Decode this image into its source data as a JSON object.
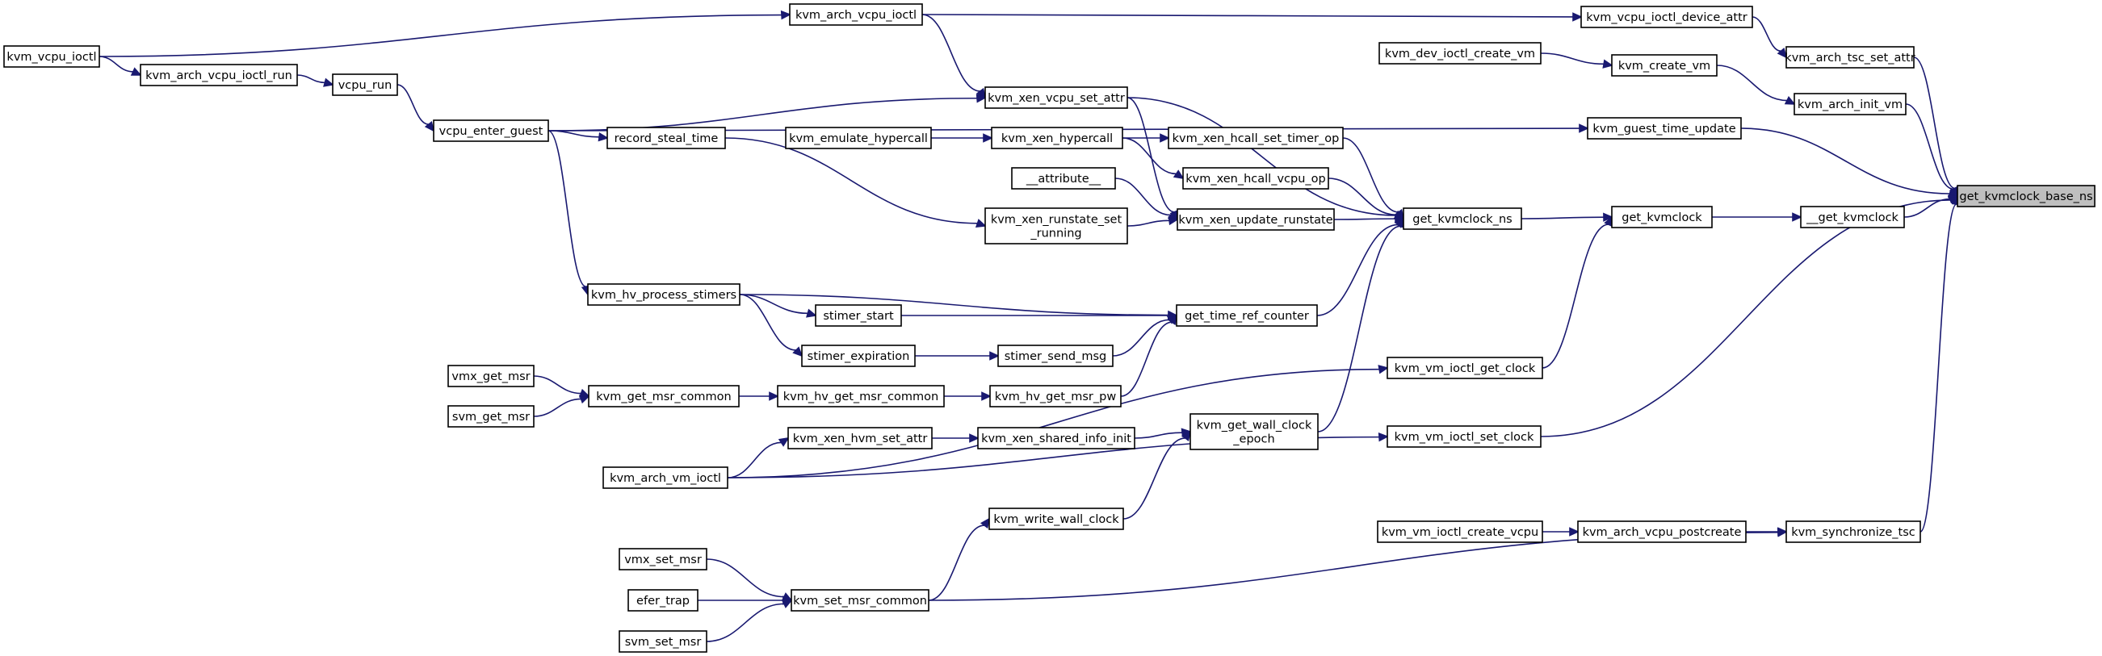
{
  "graph": {
    "root": "get_kvmclock_base_ns",
    "nodes": [
      {
        "id": "get_kvmclock_base_ns",
        "lines": [
          "get_kvmclock_base_ns"
        ]
      },
      {
        "id": "kvm_arch_tsc_set_attr",
        "lines": [
          "kvm_arch_tsc_set_attr"
        ]
      },
      {
        "id": "kvm_arch_init_vm",
        "lines": [
          "kvm_arch_init_vm"
        ]
      },
      {
        "id": "kvm_guest_time_update",
        "lines": [
          "kvm_guest_time_update"
        ]
      },
      {
        "id": "__get_kvmclock",
        "lines": [
          "__get_kvmclock"
        ]
      },
      {
        "id": "kvm_vm_ioctl_set_clock",
        "lines": [
          "kvm_vm_ioctl_set_clock"
        ]
      },
      {
        "id": "kvm_synchronize_tsc",
        "lines": [
          "kvm_synchronize_tsc"
        ]
      },
      {
        "id": "kvm_vcpu_ioctl_device_attr",
        "lines": [
          "kvm_vcpu_ioctl_device_attr"
        ]
      },
      {
        "id": "kvm_create_vm",
        "lines": [
          "kvm_create_vm"
        ]
      },
      {
        "id": "get_kvmclock",
        "lines": [
          "get_kvmclock"
        ]
      },
      {
        "id": "kvm_vm_ioctl_get_clock",
        "lines": [
          "kvm_vm_ioctl_get_clock"
        ]
      },
      {
        "id": "kvm_arch_vcpu_postcreate",
        "lines": [
          "kvm_arch_vcpu_postcreate"
        ]
      },
      {
        "id": "kvm_vm_ioctl_create_vcpu",
        "lines": [
          "kvm_vm_ioctl_create_vcpu"
        ]
      },
      {
        "id": "kvm_dev_ioctl_create_vm",
        "lines": [
          "kvm_dev_ioctl_create_vm"
        ]
      },
      {
        "id": "get_kvmclock_ns",
        "lines": [
          "get_kvmclock_ns"
        ]
      },
      {
        "id": "kvm_arch_vcpu_ioctl",
        "lines": [
          "kvm_arch_vcpu_ioctl"
        ]
      },
      {
        "id": "kvm_vcpu_ioctl",
        "lines": [
          "kvm_vcpu_ioctl"
        ]
      },
      {
        "id": "kvm_arch_vcpu_ioctl_run",
        "lines": [
          "kvm_arch_vcpu_ioctl_run"
        ]
      },
      {
        "id": "vcpu_run",
        "lines": [
          "vcpu_run"
        ]
      },
      {
        "id": "vcpu_enter_guest",
        "lines": [
          "vcpu_enter_guest"
        ]
      },
      {
        "id": "kvm_xen_vcpu_set_attr",
        "lines": [
          "kvm_xen_vcpu_set_attr"
        ]
      },
      {
        "id": "kvm_xen_hcall_set_timer_op",
        "lines": [
          "kvm_xen_hcall_set_timer_op"
        ]
      },
      {
        "id": "kvm_xen_hypercall",
        "lines": [
          "kvm_xen_hypercall"
        ]
      },
      {
        "id": "kvm_emulate_hypercall",
        "lines": [
          "kvm_emulate_hypercall"
        ]
      },
      {
        "id": "kvm_xen_hcall_vcpu_op",
        "lines": [
          "kvm_xen_hcall_vcpu_op"
        ]
      },
      {
        "id": "kvm_xen_update_runstate",
        "lines": [
          "kvm_xen_update_runstate"
        ]
      },
      {
        "id": "__attribute__",
        "lines": [
          "__attribute__"
        ]
      },
      {
        "id": "kvm_xen_runstate_set_running",
        "lines": [
          "kvm_xen_runstate_set",
          "_running"
        ]
      },
      {
        "id": "record_steal_time",
        "lines": [
          "record_steal_time"
        ]
      },
      {
        "id": "get_time_ref_counter",
        "lines": [
          "get_time_ref_counter"
        ]
      },
      {
        "id": "kvm_hv_process_stimers",
        "lines": [
          "kvm_hv_process_stimers"
        ]
      },
      {
        "id": "stimer_start",
        "lines": [
          "stimer_start"
        ]
      },
      {
        "id": "stimer_send_msg",
        "lines": [
          "stimer_send_msg"
        ]
      },
      {
        "id": "stimer_expiration",
        "lines": [
          "stimer_expiration"
        ]
      },
      {
        "id": "kvm_hv_get_msr_pw",
        "lines": [
          "kvm_hv_get_msr_pw"
        ]
      },
      {
        "id": "kvm_hv_get_msr_common",
        "lines": [
          "kvm_hv_get_msr_common"
        ]
      },
      {
        "id": "kvm_get_msr_common",
        "lines": [
          "kvm_get_msr_common"
        ]
      },
      {
        "id": "vmx_get_msr",
        "lines": [
          "vmx_get_msr"
        ]
      },
      {
        "id": "svm_get_msr",
        "lines": [
          "svm_get_msr"
        ]
      },
      {
        "id": "kvm_get_wall_clock_epoch",
        "lines": [
          "kvm_get_wall_clock",
          "_epoch"
        ]
      },
      {
        "id": "kvm_xen_shared_info_init",
        "lines": [
          "kvm_xen_shared_info_init"
        ]
      },
      {
        "id": "kvm_xen_hvm_set_attr",
        "lines": [
          "kvm_xen_hvm_set_attr"
        ]
      },
      {
        "id": "kvm_arch_vm_ioctl",
        "lines": [
          "kvm_arch_vm_ioctl"
        ]
      },
      {
        "id": "kvm_write_wall_clock",
        "lines": [
          "kvm_write_wall_clock"
        ]
      },
      {
        "id": "kvm_set_msr_common",
        "lines": [
          "kvm_set_msr_common"
        ]
      },
      {
        "id": "vmx_set_msr",
        "lines": [
          "vmx_set_msr"
        ]
      },
      {
        "id": "efer_trap",
        "lines": [
          "efer_trap"
        ]
      },
      {
        "id": "svm_set_msr",
        "lines": [
          "svm_set_msr"
        ]
      }
    ],
    "edges": [
      {
        "from": "kvm_arch_tsc_set_attr",
        "to": "get_kvmclock_base_ns"
      },
      {
        "from": "kvm_arch_init_vm",
        "to": "get_kvmclock_base_ns"
      },
      {
        "from": "kvm_guest_time_update",
        "to": "get_kvmclock_base_ns"
      },
      {
        "from": "__get_kvmclock",
        "to": "get_kvmclock_base_ns"
      },
      {
        "from": "kvm_vm_ioctl_set_clock",
        "to": "get_kvmclock_base_ns"
      },
      {
        "from": "kvm_synchronize_tsc",
        "to": "get_kvmclock_base_ns"
      },
      {
        "from": "kvm_vcpu_ioctl_device_attr",
        "to": "kvm_arch_tsc_set_attr"
      },
      {
        "from": "kvm_create_vm",
        "to": "kvm_arch_init_vm"
      },
      {
        "from": "get_kvmclock",
        "to": "__get_kvmclock"
      },
      {
        "from": "kvm_arch_vcpu_postcreate",
        "to": "kvm_synchronize_tsc"
      },
      {
        "from": "kvm_set_msr_common",
        "to": "kvm_synchronize_tsc"
      },
      {
        "from": "kvm_arch_vcpu_ioctl",
        "to": "kvm_vcpu_ioctl_device_attr"
      },
      {
        "from": "kvm_dev_ioctl_create_vm",
        "to": "kvm_create_vm"
      },
      {
        "from": "vcpu_enter_guest",
        "to": "kvm_guest_time_update"
      },
      {
        "from": "get_kvmclock_ns",
        "to": "get_kvmclock"
      },
      {
        "from": "kvm_vm_ioctl_get_clock",
        "to": "get_kvmclock"
      },
      {
        "from": "kvm_arch_vm_ioctl",
        "to": "kvm_vm_ioctl_get_clock"
      },
      {
        "from": "kvm_arch_vm_ioctl",
        "to": "kvm_vm_ioctl_set_clock"
      },
      {
        "from": "kvm_vm_ioctl_create_vcpu",
        "to": "kvm_arch_vcpu_postcreate"
      },
      {
        "from": "kvm_xen_vcpu_set_attr",
        "to": "get_kvmclock_ns"
      },
      {
        "from": "kvm_xen_hcall_set_timer_op",
        "to": "get_kvmclock_ns"
      },
      {
        "from": "kvm_xen_hcall_vcpu_op",
        "to": "get_kvmclock_ns"
      },
      {
        "from": "kvm_xen_update_runstate",
        "to": "get_kvmclock_ns"
      },
      {
        "from": "get_time_ref_counter",
        "to": "get_kvmclock_ns"
      },
      {
        "from": "kvm_get_wall_clock_epoch",
        "to": "get_kvmclock_ns"
      },
      {
        "from": "kvm_vcpu_ioctl",
        "to": "kvm_arch_vcpu_ioctl"
      },
      {
        "from": "kvm_arch_vcpu_ioctl",
        "to": "kvm_xen_vcpu_set_attr"
      },
      {
        "from": "kvm_vcpu_ioctl",
        "to": "kvm_arch_vcpu_ioctl_run"
      },
      {
        "from": "kvm_arch_vcpu_ioctl_run",
        "to": "vcpu_run"
      },
      {
        "from": "vcpu_run",
        "to": "vcpu_enter_guest"
      },
      {
        "from": "vcpu_enter_guest",
        "to": "kvm_xen_vcpu_set_attr"
      },
      {
        "from": "vcpu_enter_guest",
        "to": "record_steal_time"
      },
      {
        "from": "vcpu_enter_guest",
        "to": "kvm_hv_process_stimers"
      },
      {
        "from": "kvm_xen_hypercall",
        "to": "kvm_xen_hcall_set_timer_op"
      },
      {
        "from": "kvm_xen_hypercall",
        "to": "kvm_xen_hcall_vcpu_op"
      },
      {
        "from": "kvm_emulate_hypercall",
        "to": "kvm_xen_hypercall"
      },
      {
        "from": "kvm_xen_vcpu_set_attr",
        "to": "kvm_xen_update_runstate"
      },
      {
        "from": "__attribute__",
        "to": "kvm_xen_update_runstate"
      },
      {
        "from": "kvm_xen_runstate_set_running",
        "to": "kvm_xen_update_runstate"
      },
      {
        "from": "record_steal_time",
        "to": "kvm_xen_runstate_set_running"
      },
      {
        "from": "kvm_hv_process_stimers",
        "to": "get_time_ref_counter"
      },
      {
        "from": "stimer_start",
        "to": "get_time_ref_counter"
      },
      {
        "from": "stimer_send_msg",
        "to": "get_time_ref_counter"
      },
      {
        "from": "kvm_hv_get_msr_pw",
        "to": "get_time_ref_counter"
      },
      {
        "from": "kvm_hv_process_stimers",
        "to": "stimer_start"
      },
      {
        "from": "kvm_hv_process_stimers",
        "to": "stimer_expiration"
      },
      {
        "from": "stimer_expiration",
        "to": "stimer_send_msg"
      },
      {
        "from": "kvm_hv_get_msr_common",
        "to": "kvm_hv_get_msr_pw"
      },
      {
        "from": "kvm_get_msr_common",
        "to": "kvm_hv_get_msr_common"
      },
      {
        "from": "vmx_get_msr",
        "to": "kvm_get_msr_common"
      },
      {
        "from": "svm_get_msr",
        "to": "kvm_get_msr_common"
      },
      {
        "from": "kvm_xen_shared_info_init",
        "to": "kvm_get_wall_clock_epoch"
      },
      {
        "from": "kvm_write_wall_clock",
        "to": "kvm_get_wall_clock_epoch"
      },
      {
        "from": "kvm_xen_hvm_set_attr",
        "to": "kvm_xen_shared_info_init"
      },
      {
        "from": "kvm_arch_vm_ioctl",
        "to": "kvm_xen_hvm_set_attr"
      },
      {
        "from": "kvm_set_msr_common",
        "to": "kvm_write_wall_clock"
      },
      {
        "from": "vmx_set_msr",
        "to": "kvm_set_msr_common"
      },
      {
        "from": "efer_trap",
        "to": "kvm_set_msr_common"
      },
      {
        "from": "svm_set_msr",
        "to": "kvm_set_msr_common"
      }
    ]
  }
}
